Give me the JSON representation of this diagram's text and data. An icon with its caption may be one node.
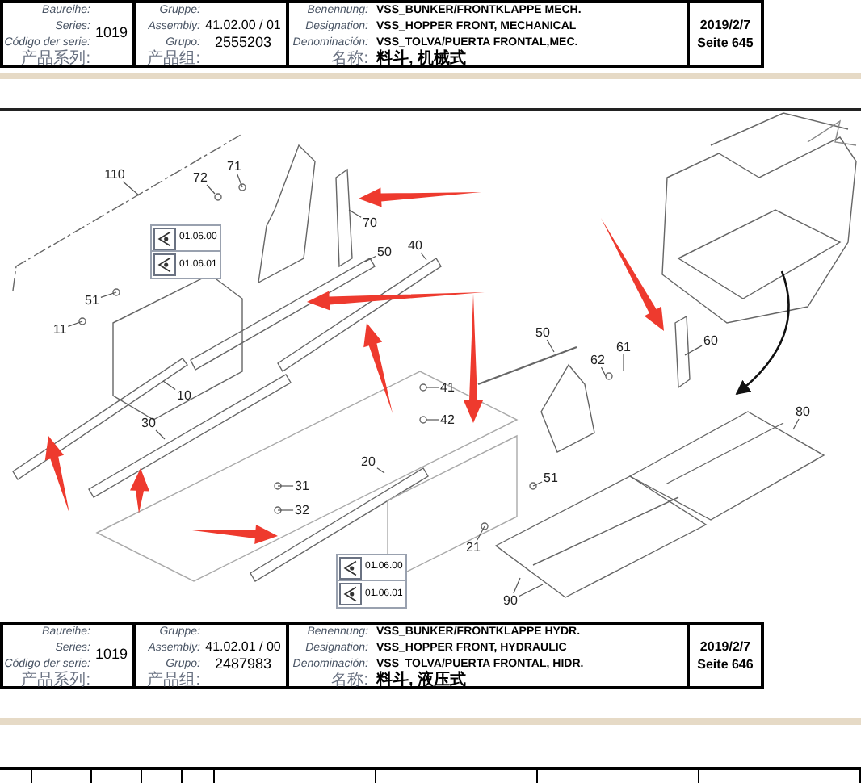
{
  "diagram": {
    "nodes": [
      {
        "text": [
          "110"
        ]
      },
      {
        "text": [
          "72"
        ]
      },
      {
        "text": [
          "71"
        ]
      },
      {
        "text": [
          "70"
        ]
      },
      {
        "text": [
          "50"
        ]
      },
      {
        "text": [
          "40"
        ]
      },
      {
        "text": [
          "51"
        ]
      },
      {
        "text": [
          "11"
        ]
      },
      {
        "text": [
          "10"
        ]
      },
      {
        "text": [
          "30"
        ]
      },
      {
        "text": [
          "41"
        ]
      },
      {
        "text": [
          "42"
        ]
      },
      {
        "text": [
          "31"
        ]
      },
      {
        "text": [
          "32"
        ]
      },
      {
        "text": [
          "20"
        ]
      },
      {
        "text": [
          "50"
        ]
      },
      {
        "text": [
          "62"
        ]
      },
      {
        "text": [
          "61"
        ]
      },
      {
        "text": [
          "60"
        ]
      },
      {
        "text": [
          "80"
        ]
      },
      {
        "text": [
          "51"
        ]
      },
      {
        "text": [
          "21"
        ]
      },
      {
        "text": [
          "90"
        ]
      }
    ],
    "edges": [
      {
        "from": 0,
        "to": null,
        "arrow": "none"
      },
      {
        "from": 1,
        "to": null,
        "arrow": "none"
      },
      {
        "from": 2,
        "to": null,
        "arrow": "none"
      },
      {
        "from": 3,
        "to": null,
        "arrow": "none"
      },
      {
        "from": 4,
        "to": null,
        "arrow": "none"
      },
      {
        "from": 5,
        "to": null,
        "arrow": "none"
      },
      {
        "from": 6,
        "to": null,
        "arrow": "none"
      },
      {
        "from": 7,
        "to": null,
        "arrow": "none"
      },
      {
        "from": 8,
        "to": null,
        "arrow": "none"
      },
      {
        "from": 9,
        "to": null,
        "arrow": "none"
      },
      {
        "from": 10,
        "to": null,
        "arrow": "none"
      },
      {
        "from": 11,
        "to": null,
        "arrow": "none"
      },
      {
        "from": 12,
        "to": null,
        "arrow": "none"
      },
      {
        "from": 13,
        "to": null,
        "arrow": "none"
      },
      {
        "from": 14,
        "to": null,
        "arrow": "none"
      },
      {
        "from": 15,
        "to": null,
        "arrow": "none"
      },
      {
        "from": 16,
        "to": null,
        "arrow": "none"
      },
      {
        "from": 17,
        "to": null,
        "arrow": "none"
      },
      {
        "from": 18,
        "to": null,
        "arrow": "none"
      },
      {
        "from": 19,
        "to": null,
        "arrow": "none"
      },
      {
        "from": 20,
        "to": null,
        "arrow": "none"
      },
      {
        "from": 21,
        "to": null,
        "arrow": "none"
      },
      {
        "from": 22,
        "to": null,
        "arrow": "none"
      },
      {
        "from": 22,
        "to": null,
        "arrow": "none"
      }
    ],
    "labels": [
      "Baureihe:",
      "Series:",
      "Código der serie:",
      "产品系列:",
      "1019",
      "Gruppe:",
      "Assembly:",
      "Grupo:",
      "产品组:",
      "41.02.00 / 01",
      "2555203",
      "Benennung:",
      "Designation:",
      "Denominación:",
      "名称:",
      "VSS_BUNKER/FRONTKLAPPE MECH.",
      "VSS_HOPPER FRONT, MECHANICAL",
      "VSS_TOLVA/PUERTA FRONTAL,MEC.",
      "料斗, 机械式",
      "2019/2/7",
      "Seite 645",
      "01.06.00",
      "01.06.01",
      "01.06.00",
      "01.06.01",
      "Baureihe:",
      "Series:",
      "Código der serie:",
      "产品系列:",
      "1019",
      "Gruppe:",
      "Assembly:",
      "Grupo:",
      "产品组:",
      "41.02.01 / 00",
      "2487983",
      "Benennung:",
      "Designation:",
      "Denominación:",
      "名称:",
      "VSS_BUNKER/FRONTKLAPPE HYDR.",
      "VSS_HOPPER FRONT, HYDRAULIC",
      "VSS_TOLVA/PUERTA FRONTAL, HIDR.",
      "料斗, 液压式",
      "2019/2/7",
      "Seite 646"
    ]
  }
}
